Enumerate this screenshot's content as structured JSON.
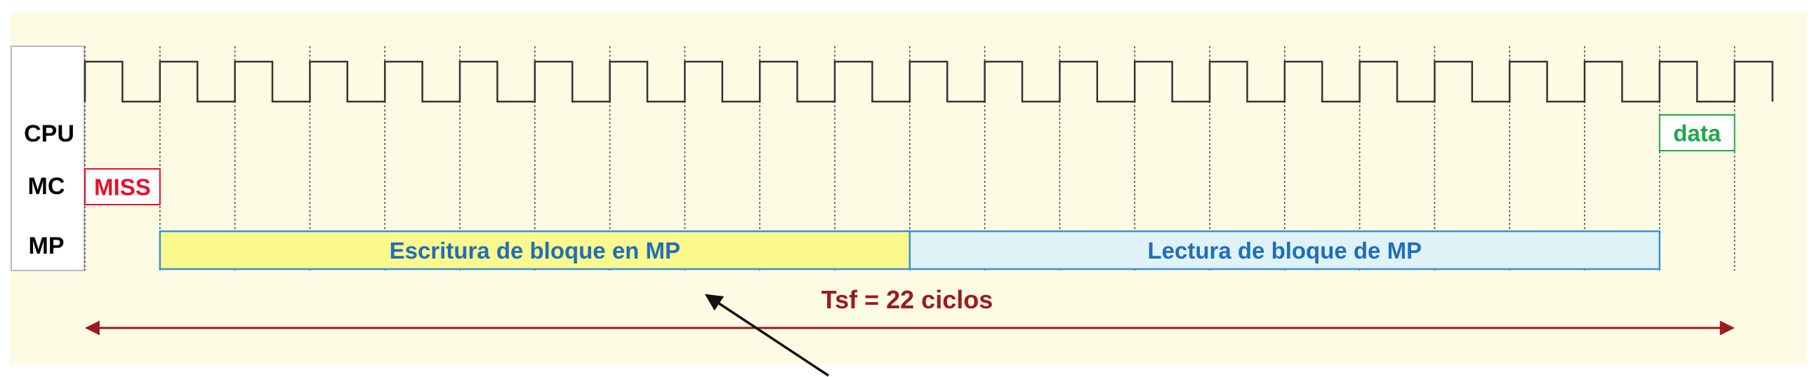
{
  "rows": {
    "cpu": "CPU",
    "mc": "MC",
    "mp": "MP"
  },
  "events": {
    "miss": {
      "label": "MISS",
      "cycle_start": 0,
      "cycles": 1,
      "color": "#e8102a"
    },
    "data": {
      "label": "data",
      "cycle_start": 21,
      "cycles": 1,
      "color": "#1fa84a"
    }
  },
  "phases": [
    {
      "label": "Escritura de bloque en MP",
      "cycle_start": 1,
      "cycles": 10,
      "fill": "#fbf88e",
      "border": "#3a8fd6",
      "text_color": "#1f6fb8"
    },
    {
      "label": "Lectura de bloque de MP",
      "cycle_start": 11,
      "cycles": 10,
      "fill": "#dff2f8",
      "border": "#3a8fd6",
      "text_color": "#1f6fb8"
    }
  ],
  "total": {
    "label": "Tsf = 22 ciclos",
    "cycles": 22,
    "color": "#9b1b20"
  },
  "colors": {
    "background": "#fdfbe3",
    "clock": "#333333",
    "row_border": "#b9b9b9"
  }
}
